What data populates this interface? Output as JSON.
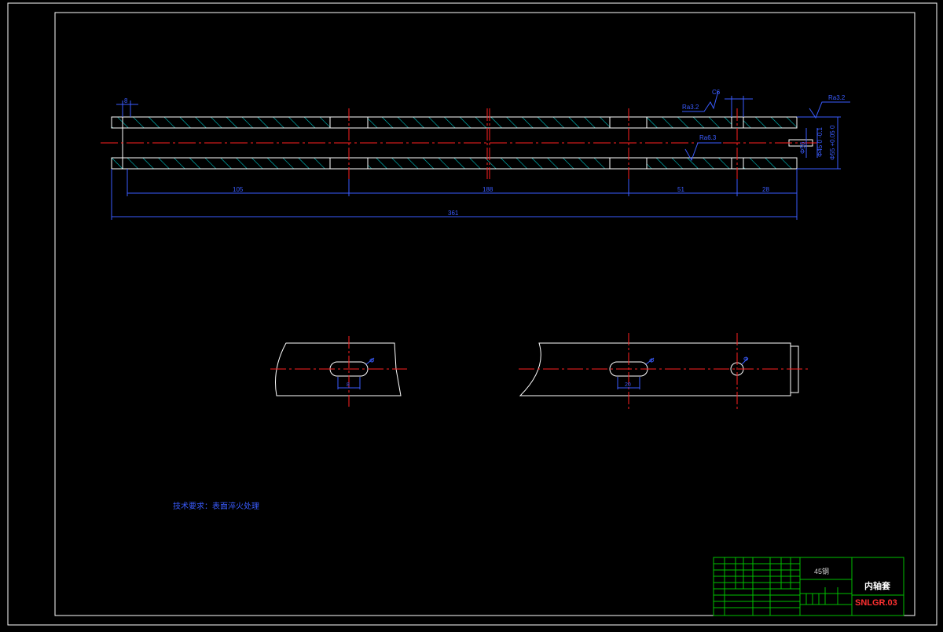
{
  "drawing": {
    "technical_requirement": "技术要求：表面淬火处理",
    "dims_horizontal": [
      "105",
      "188",
      "51",
      "28"
    ],
    "overall_length": "361",
    "small_dim_left": "8",
    "roughness": [
      "Ra3.2",
      "Ra6.3",
      "Ra3.2"
    ],
    "callout_c6": "C6",
    "diameter_labels": [
      "Φ56",
      "Φ45 0 -0.1",
      "Φ55 +0.05 0"
    ],
    "slot_dim_a": "8",
    "slot_dim_b": "20",
    "hole_symbols": [
      "Φ",
      "Φ",
      "Φ"
    ]
  },
  "title_block": {
    "material": "45钢",
    "part_name": "内轴套",
    "drawing_no": "SNLGR.03",
    "colors": {
      "frame": "#ffffff",
      "grid": "#00c000",
      "dim": "#3a5cff",
      "center": "#ff2020",
      "hatch": "#00c8c8",
      "code": "#ff3030"
    }
  }
}
